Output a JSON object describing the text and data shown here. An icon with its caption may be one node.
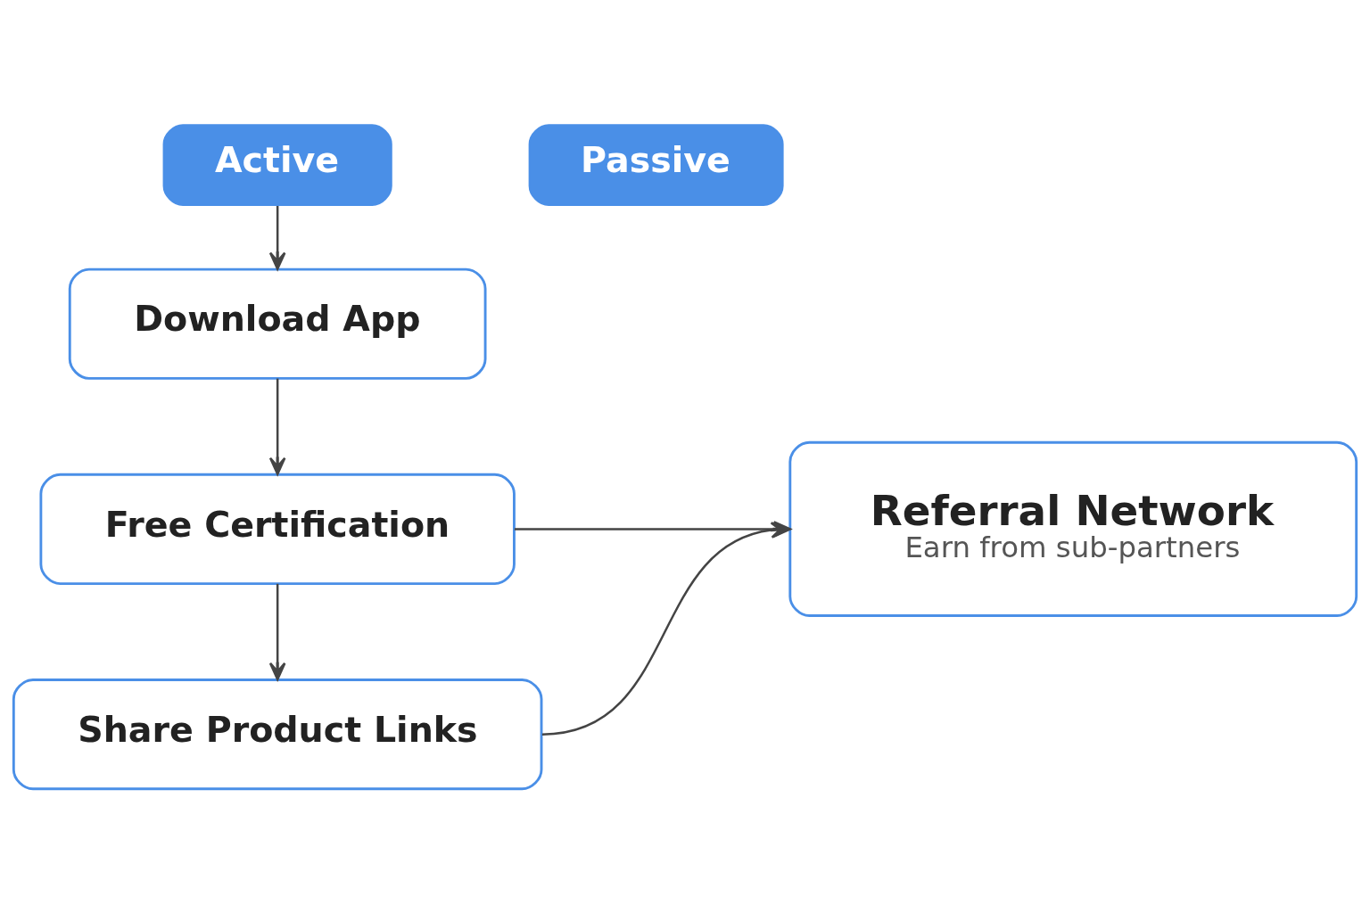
{
  "diagram": {
    "nodes": [
      {
        "text": [
          "Active"
        ]
      },
      {
        "text": [
          "Passive"
        ]
      },
      {
        "text": [
          "Download App"
        ]
      },
      {
        "text": [
          "Free Certification"
        ]
      },
      {
        "text": [
          "Share Product Links"
        ]
      },
      {
        "text": [
          "Referral Network",
          "Earn from sub-partners"
        ]
      }
    ],
    "edges": [
      {
        "from": 0,
        "to": 2,
        "arrow": "to"
      },
      {
        "from": 2,
        "to": 3,
        "arrow": "to"
      },
      {
        "from": 3,
        "to": 4,
        "arrow": "to"
      },
      {
        "from": 3,
        "to": 5,
        "arrow": "to"
      },
      {
        "from": 4,
        "to": 5,
        "arrow": "to"
      }
    ]
  }
}
